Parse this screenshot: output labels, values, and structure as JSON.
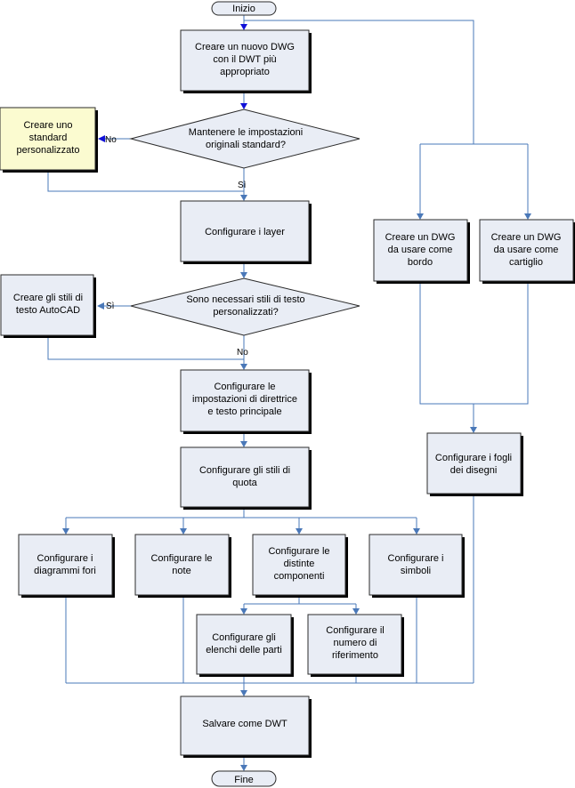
{
  "nodes": {
    "start": [
      "Inizio"
    ],
    "create_dwg": [
      "Creare un nuovo DWG",
      "con il DWT più",
      "appropriato"
    ],
    "keep_standard": [
      "Mantenere le impostazioni",
      "originali standard?"
    ],
    "custom_standard": [
      "Creare uno",
      "standard",
      "personalizzato"
    ],
    "layers": [
      "Configurare i layer"
    ],
    "need_text_styles": [
      "Sono necessari stili di testo",
      "personalizzati?"
    ],
    "create_text_styles": [
      "Creare gli stili di",
      "testo AutoCAD"
    ],
    "leader_settings": [
      "Configurare le",
      "impostazioni di direttrice",
      "e testo principale"
    ],
    "dim_styles": [
      "Configurare gli stili di",
      "quota"
    ],
    "hole_charts": [
      "Configurare i",
      "diagrammi fori"
    ],
    "notes": [
      "Configurare le",
      "note"
    ],
    "bom": [
      "Configurare le",
      "distinte",
      "componenti"
    ],
    "symbols": [
      "Configurare i",
      "simboli"
    ],
    "parts_lists": [
      "Configurare gli",
      "elenchi delle parti"
    ],
    "ref_number": [
      "Configurare il",
      "numero di",
      "riferimento"
    ],
    "border_dwg": [
      "Creare un DWG",
      "da usare come",
      "bordo"
    ],
    "titleblock_dwg": [
      "Creare un DWG",
      "da usare come",
      "cartiglio"
    ],
    "sheets": [
      "Configurare i fogli",
      "dei disegni"
    ],
    "save_dwt": [
      "Salvare come DWT"
    ],
    "end": [
      "Fine"
    ]
  },
  "labels": {
    "no_1": "No",
    "yes_1": "Sì",
    "yes_2": "Sì",
    "no_2": "No"
  },
  "colors": {
    "box_fill": "#e9edf5",
    "highlight_fill": "#fbfbd0",
    "connector": "#4a78b8",
    "strong_arrow": "#1010d8"
  }
}
